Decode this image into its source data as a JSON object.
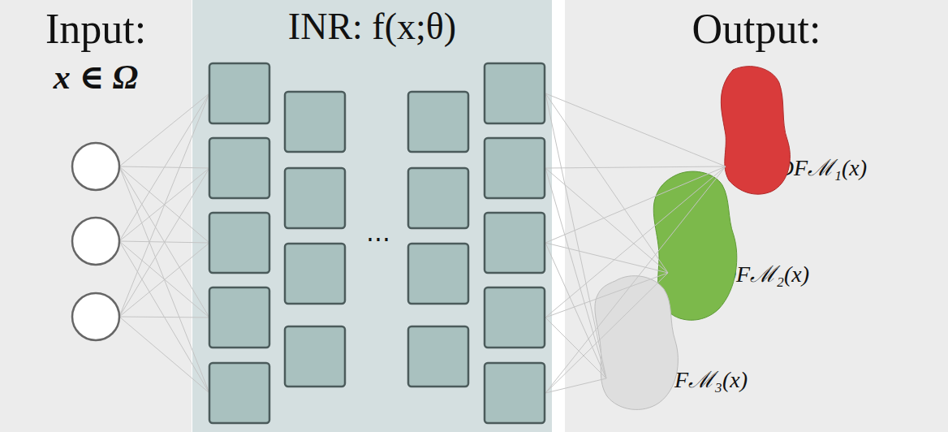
{
  "diagram": {
    "nodes": [
      {
        "text": [
          "Input:",
          "x ∈ Ω"
        ]
      },
      {
        "text": [
          "INR: f(x;θ)"
        ]
      },
      {
        "text": [
          "Output:"
        ]
      },
      {
        "text": [
          "≈ SDFℳ₁(x)"
        ],
        "in": 2
      },
      {
        "text": [
          "≈ SDFℳ₂(x)"
        ],
        "in": 2
      },
      {
        "text": [
          "≈ SDFℳ₃(x)"
        ],
        "in": 2
      }
    ],
    "labels": [
      "⋯"
    ]
  }
}
